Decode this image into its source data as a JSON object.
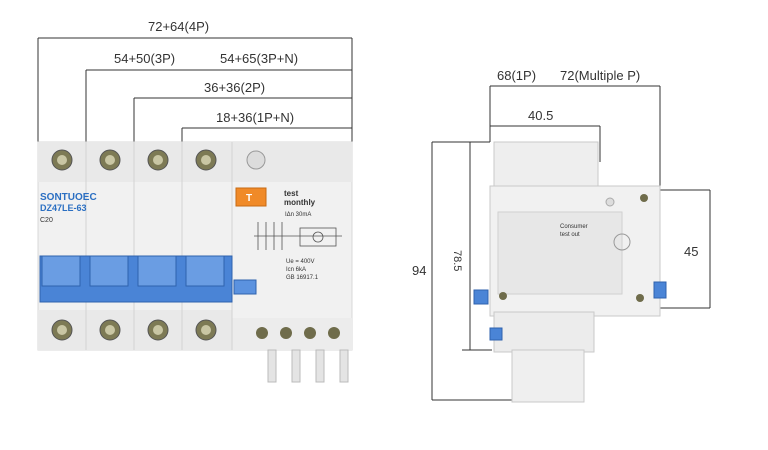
{
  "dimensions_front": {
    "four_pole": "72+64(4P)",
    "three_pole": "54+50(3P)",
    "three_pole_n": "54+65(3P+N)",
    "two_pole": "36+36(2P)",
    "one_pole_n": "18+36(1P+N)"
  },
  "dimensions_side": {
    "width_1p": "68(1P)",
    "width_multi": "72(Multiple P)",
    "depth": "40.5",
    "height_total": "94",
    "height_body": "78.5",
    "height_rail": "45"
  },
  "product_label": {
    "brand": "SONTUOEC",
    "model": "DZ47LE-63",
    "rating": "C20",
    "test_button": "T",
    "test_text_1": "test",
    "test_text_2": "monthly",
    "sensitivity": "IΔn 30mA",
    "voltage": "Ue = 400V",
    "class": "Icn 6kA",
    "standard": "GB 16917.1",
    "side_label_1": "Consumer",
    "side_label_2": "test out"
  },
  "colors": {
    "dimension_line": "#333333",
    "handle_blue": "#4a84d6",
    "test_orange": "#f08a28",
    "body_white": "#f3f3f3",
    "brand_blue": "#2b6fc2"
  }
}
